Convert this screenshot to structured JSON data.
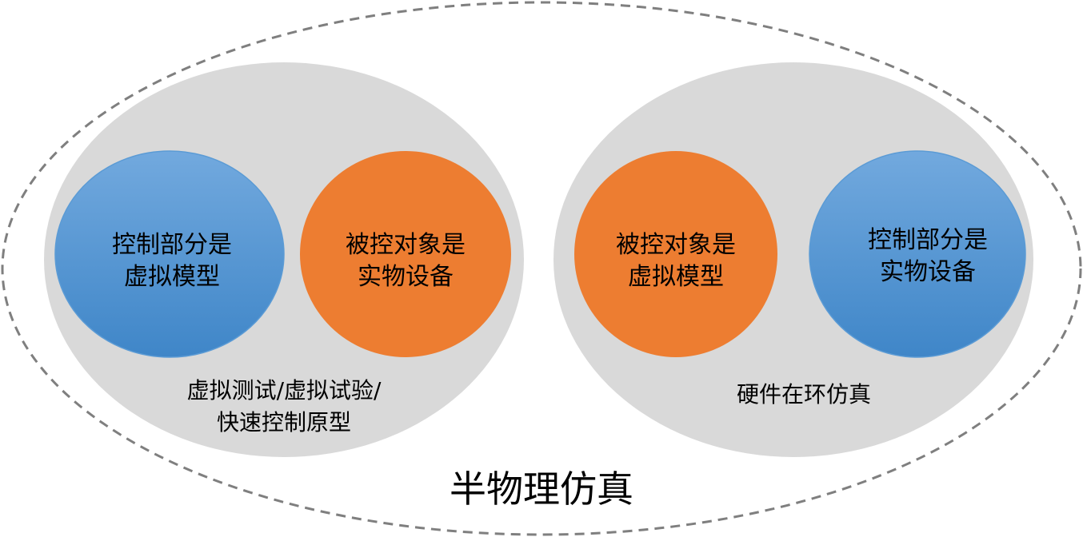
{
  "title": "半物理仿真",
  "colors": {
    "outer_border": "#7f7f7f",
    "group_fill": "#d9d9d9",
    "orange": "#ed7d31",
    "blue_top": "#72a9de",
    "blue_bottom": "#3f86c8"
  },
  "groups": [
    {
      "label_lines": [
        "虚拟测试/虚拟试验/",
        "快速控制原型"
      ],
      "circles": [
        {
          "kind": "blue",
          "lines": [
            "控制部分是",
            "虚拟模型"
          ]
        },
        {
          "kind": "orange",
          "lines": [
            "被控对象是",
            "实物设备"
          ]
        }
      ]
    },
    {
      "label_lines": [
        "硬件在环仿真"
      ],
      "circles": [
        {
          "kind": "orange",
          "lines": [
            "被控对象是",
            "虚拟模型"
          ]
        },
        {
          "kind": "blue",
          "lines": [
            "控制部分是",
            "实物设备"
          ]
        }
      ]
    }
  ]
}
